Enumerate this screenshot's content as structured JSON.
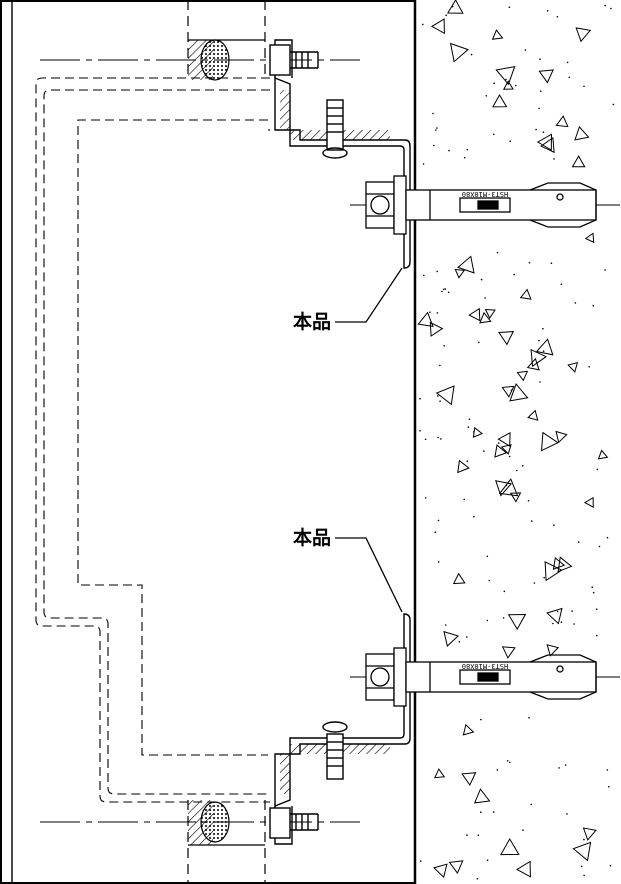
{
  "callouts": [
    {
      "text": "本品"
    },
    {
      "text": "本品"
    }
  ],
  "anchors": [
    {
      "marking": "HST3-M10X80"
    },
    {
      "marking": "HST3-M10X80"
    }
  ],
  "colors": {
    "line": "#000000",
    "background": "#ffffff",
    "concrete_fill": "#ffffff"
  }
}
